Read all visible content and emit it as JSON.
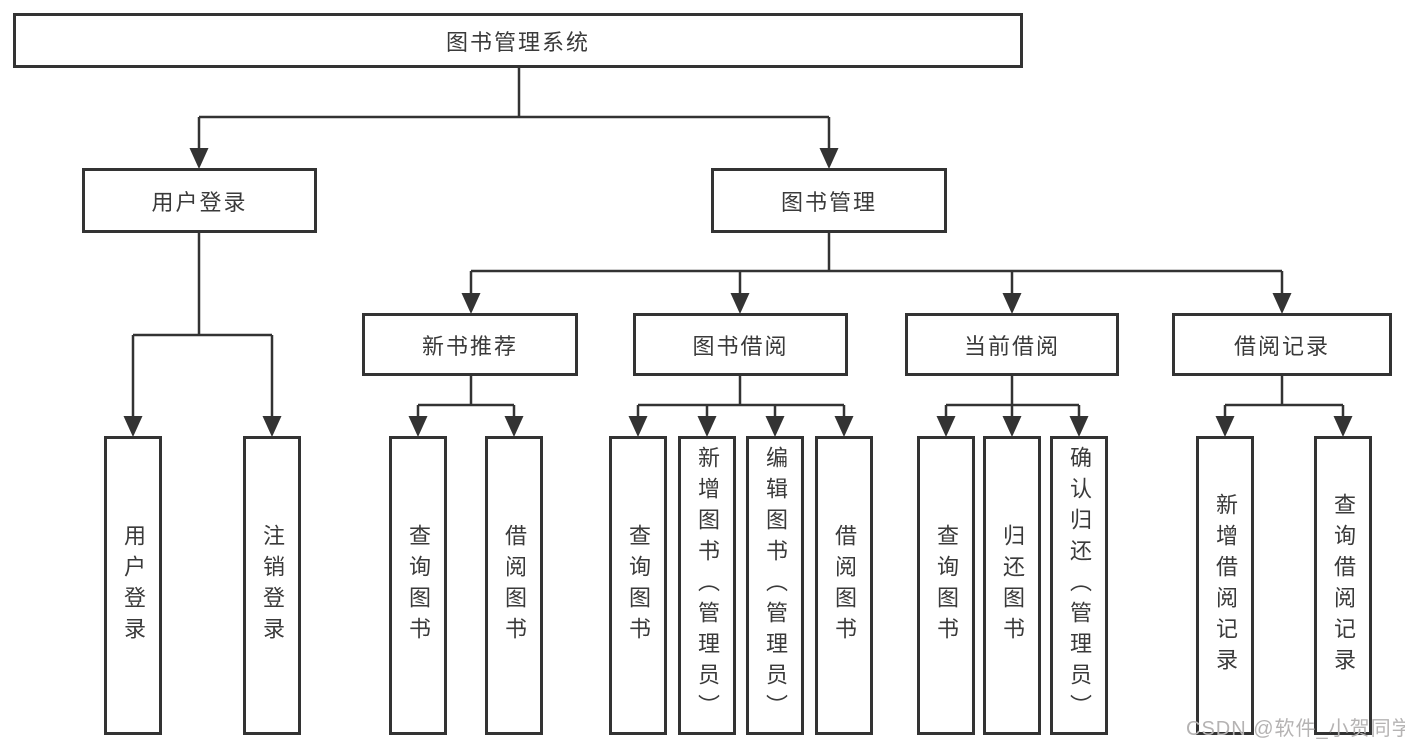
{
  "diagram_title": "图书管理系统",
  "root": {
    "label": "图书管理系统"
  },
  "level2": [
    {
      "label": "用户登录"
    },
    {
      "label": "图书管理"
    }
  ],
  "level3": [
    {
      "label": "新书推荐"
    },
    {
      "label": "图书借阅"
    },
    {
      "label": "当前借阅"
    },
    {
      "label": "借阅记录"
    }
  ],
  "leaves": [
    {
      "label": "用户登录"
    },
    {
      "label": "注销登录"
    },
    {
      "label": "查询图书"
    },
    {
      "label": "借阅图书"
    },
    {
      "label": "查询图书"
    },
    {
      "label": "新增图书（管理员）"
    },
    {
      "label": "编辑图书（管理员）"
    },
    {
      "label": "借阅图书"
    },
    {
      "label": "查询图书"
    },
    {
      "label": "归还图书"
    },
    {
      "label": "确认归还（管理员）"
    },
    {
      "label": "新增借阅记录"
    },
    {
      "label": "查询借阅记录"
    }
  ],
  "hierarchy": {
    "图书管理系统": [
      "用户登录",
      "图书管理"
    ],
    "用户登录": [
      "用户登录",
      "注销登录"
    ],
    "图书管理": [
      "新书推荐",
      "图书借阅",
      "当前借阅",
      "借阅记录"
    ],
    "新书推荐": [
      "查询图书",
      "借阅图书"
    ],
    "图书借阅": [
      "查询图书",
      "新增图书（管理员）",
      "编辑图书（管理员）",
      "借阅图书"
    ],
    "当前借阅": [
      "查询图书",
      "归还图书",
      "确认归还（管理员）"
    ],
    "借阅记录": [
      "新增借阅记录",
      "查询借阅记录"
    ]
  },
  "watermark": "CSDN @软件_小贺同学",
  "colors": {
    "line": "#333333",
    "node_border": "#333333",
    "text": "#3a3a3a",
    "background": "#ffffff",
    "watermark": "#b5b3b3"
  }
}
